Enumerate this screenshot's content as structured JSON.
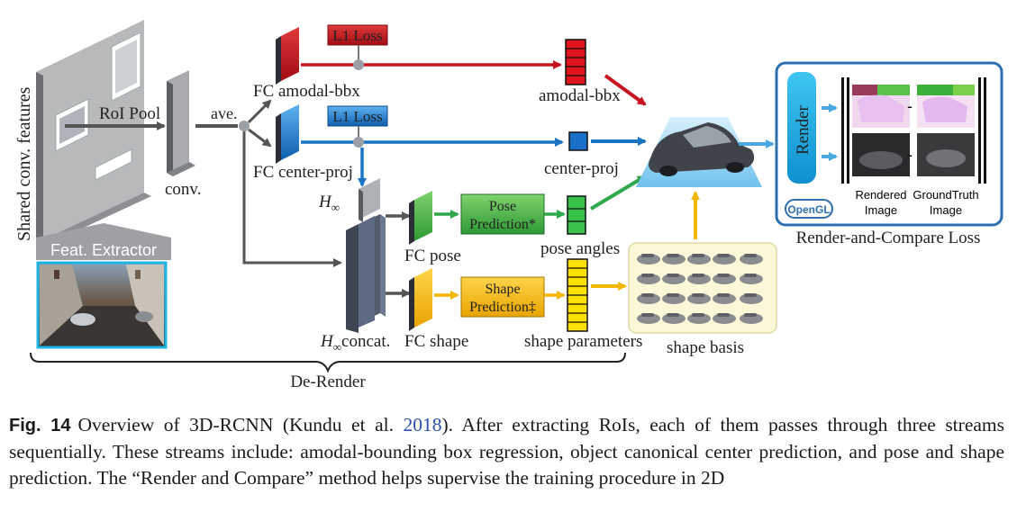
{
  "figure": {
    "shared_features_label": "Shared conv. features",
    "roi_pool_label": "RoI Pool",
    "feat_extractor_label": "Feat. Extractor",
    "conv_label": "conv.",
    "ave_label": "ave.",
    "l1_loss_top": "L1 Loss",
    "l1_loss_mid": "L1 Loss",
    "fc_amodal_label": "FC amodal-bbx",
    "fc_center_label": "FC center-proj",
    "amodal_out_label": "amodal-bbx",
    "center_out_label": "center-proj",
    "h_inf": "H",
    "h_inf_sub": "∞",
    "concat_label": "concat.",
    "fc_pose_label": "FC pose",
    "fc_shape_label": "FC shape",
    "pose_pred_line1": "Pose",
    "pose_pred_line2": "Prediction*",
    "shape_pred_line1": "Shape",
    "shape_pred_line2": "Prediction‡",
    "pose_angles_label": "pose angles",
    "shape_params_label": "shape parameters",
    "shape_basis_label": "shape basis",
    "render_label": "Render",
    "minus": "-",
    "rendered_line1": "Rendered",
    "rendered_line2": "Image",
    "gt_line1": "GroundTruth",
    "gt_line2": "Image",
    "opengl_label": "OpenGL",
    "rac_loss_label": "Render-and-Compare Loss",
    "derender_label": "De-Render",
    "colors": {
      "red": "#c8141e",
      "blue": "#1a74c4",
      "green": "#2ea84a",
      "yellow": "#f2b800",
      "gray_dark": "#505a66",
      "cyan": "#1eb4e6"
    }
  },
  "caption": {
    "fig_num": "Fig. 14",
    "text_before": "Overview of 3D-RCNN (Kundu et al. ",
    "citation_year": "2018",
    "text_after": "). After extracting RoIs, each of them passes through three streams sequentially. These streams include: amodal-bounding box regression, object canonical center prediction, and pose and shape prediction. The “Render and Compare” method helps supervise the training procedure in 2D"
  }
}
